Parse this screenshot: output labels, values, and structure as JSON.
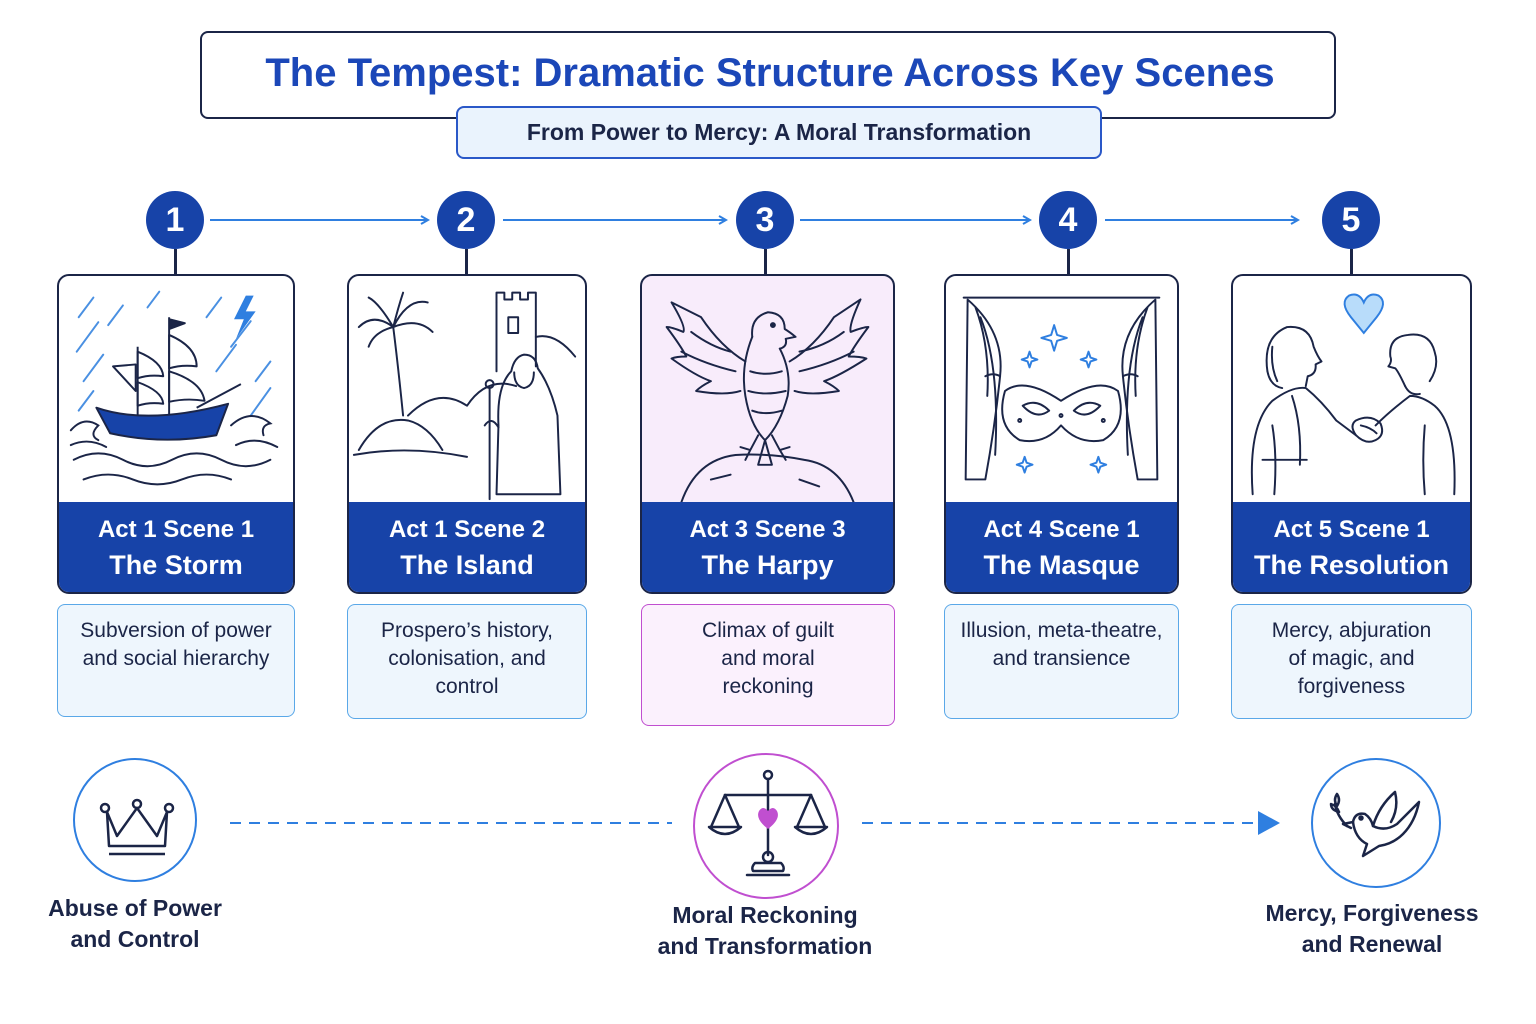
{
  "header": {
    "title": "The Tempest: Dramatic Structure Across Key Scenes",
    "subtitle": "From Power to Mercy: A Moral Transformation"
  },
  "colors": {
    "navy": "#1b2547",
    "accent_blue": "#1743a8",
    "light_blue": "#5aa8e8",
    "card_fill": "#eef6fd",
    "highlight_purple": "#c04fd0",
    "highlight_fill": "#f8ecfb"
  },
  "scenes": [
    {
      "number": "1",
      "act": "Act 1 Scene 1",
      "name": "The Storm",
      "description": [
        "Subversion of power",
        "and social hierarchy"
      ],
      "icon": "storm-ship-icon"
    },
    {
      "number": "2",
      "act": "Act 1 Scene 2",
      "name": "The Island",
      "description": [
        "Prospero’s history,",
        "colonisation, and",
        "control"
      ],
      "icon": "island-castle-icon"
    },
    {
      "number": "3",
      "act": "Act 3 Scene 3",
      "name": "The Harpy",
      "description": [
        "Climax of guilt",
        "and moral",
        "reckoning"
      ],
      "icon": "harpy-icon",
      "highlighted": true
    },
    {
      "number": "4",
      "act": "Act 4 Scene 1",
      "name": "The Masque",
      "description": [
        "Illusion, meta-theatre,",
        "and transience"
      ],
      "icon": "masque-mask-icon"
    },
    {
      "number": "5",
      "act": "Act 5 Scene 1",
      "name": "The Resolution",
      "description": [
        "Mercy, abjuration",
        "of magic, and",
        "forgiveness"
      ],
      "icon": "reconciliation-icon"
    }
  ],
  "themes": [
    {
      "label": [
        "Abuse of Power",
        "and Control"
      ],
      "icon": "crown-icon"
    },
    {
      "label": [
        "Moral Reckoning",
        "and Transformation"
      ],
      "icon": "scales-heart-icon"
    },
    {
      "label": [
        "Mercy, Forgiveness",
        "and Renewal"
      ],
      "icon": "dove-icon"
    }
  ]
}
